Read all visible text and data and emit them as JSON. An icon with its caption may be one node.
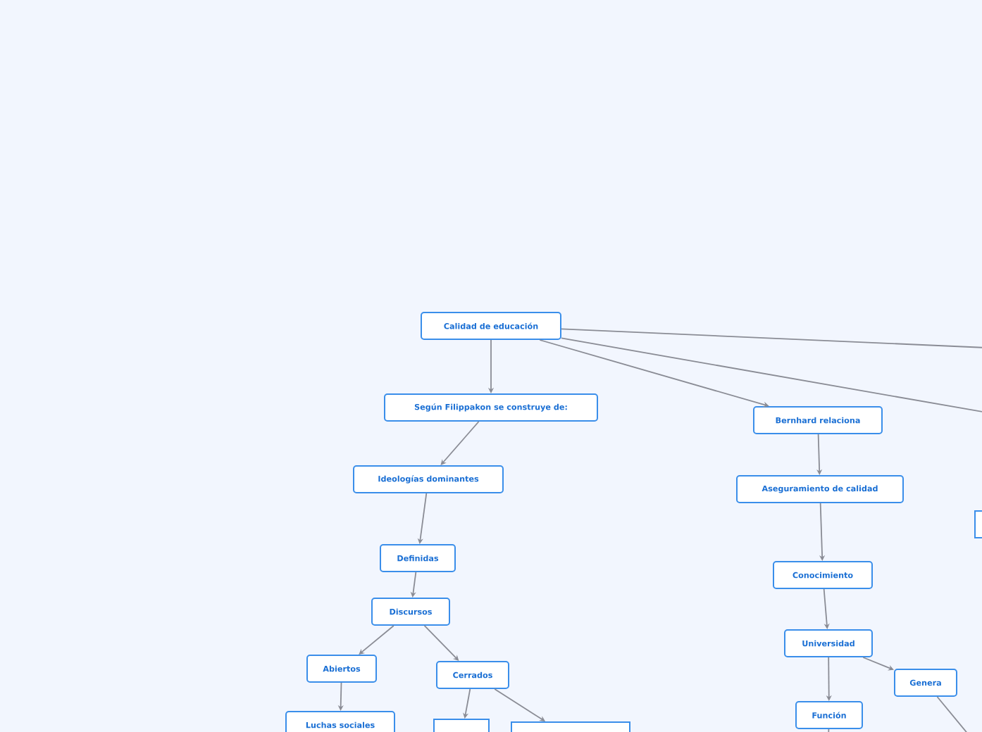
{
  "diagram": {
    "nodes": [
      {
        "text": [
          "Calidad de educación"
        ]
      },
      {
        "text": [
          "Según Filippakon se construye de:"
        ]
      },
      {
        "text": [
          "Ideologías dominantes"
        ]
      },
      {
        "text": [
          "Definidas"
        ]
      },
      {
        "text": [
          "Discursos"
        ]
      },
      {
        "text": [
          "Abiertos"
        ]
      },
      {
        "text": [
          "Cerrados"
        ]
      },
      {
        "text": [
          "Luchas sociales"
        ]
      },
      {
        "text": [],
        "shape": "box"
      },
      {
        "text": [],
        "shape": "box"
      },
      {
        "text": [
          "Bernhard relaciona"
        ]
      },
      {
        "text": [
          "Aseguramiento de calidad"
        ]
      },
      {
        "text": [
          "Conocimiento"
        ]
      },
      {
        "text": [
          "Universidad"
        ]
      },
      {
        "text": [
          "Genera"
        ]
      },
      {
        "text": [
          "Función"
        ]
      },
      {
        "text": [],
        "shape": "box"
      }
    ],
    "edges": [
      {
        "from": 0,
        "to": 1,
        "arrow": "to"
      },
      {
        "from": 1,
        "to": 2,
        "arrow": "to"
      },
      {
        "from": 2,
        "to": 3,
        "arrow": "to"
      },
      {
        "from": 3,
        "to": 4,
        "arrow": "to"
      },
      {
        "from": 4,
        "to": 5,
        "arrow": "to"
      },
      {
        "from": 4,
        "to": 6,
        "arrow": "to"
      },
      {
        "from": 5,
        "to": 7,
        "arrow": "to"
      },
      {
        "from": 6,
        "to": 8,
        "arrow": "to"
      },
      {
        "from": 6,
        "to": 9,
        "arrow": "to"
      },
      {
        "from": 0,
        "to": 10,
        "arrow": "to"
      },
      {
        "from": 10,
        "to": 11,
        "arrow": "to"
      },
      {
        "from": 11,
        "to": 12,
        "arrow": "to"
      },
      {
        "from": 12,
        "to": 13,
        "arrow": "to"
      },
      {
        "from": 13,
        "to": 14,
        "arrow": "to"
      },
      {
        "from": 13,
        "to": 15,
        "arrow": "to"
      },
      {
        "from": 0,
        "to": null,
        "arrow": "none"
      },
      {
        "from": 0,
        "to": null,
        "arrow": "none"
      },
      {
        "from": 14,
        "to": null,
        "arrow": "none"
      },
      {
        "from": 15,
        "to": null,
        "arrow": "none"
      }
    ]
  }
}
